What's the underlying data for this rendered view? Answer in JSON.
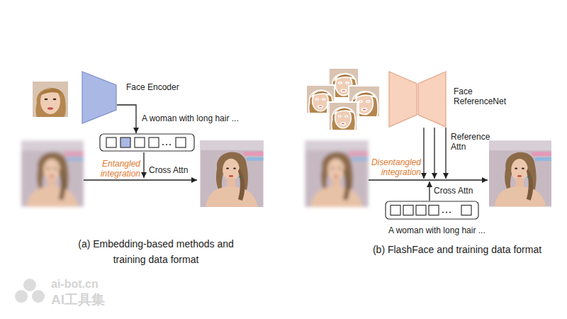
{
  "diagram": {
    "nodes": [
      {
        "text": [
          "Face Encoder"
        ]
      },
      {
        "text": [
          "A woman with long hair ..."
        ]
      },
      {
        "text": [
          "Face ReferenceNet"
        ]
      },
      {
        "text": [
          "A woman with long hair ..."
        ]
      }
    ],
    "edges": [
      {
        "from": 0,
        "to": 1,
        "arrow": "to"
      }
    ],
    "labels": [
      "Entangled integration",
      "Cross Attn",
      "(a) Embedding-based methods and training data format",
      "Reference Attn",
      "Disentangled integration",
      "Cross Attn",
      "(b) FlashFace and training data format",
      "ai-bot.cn",
      "AI工具集"
    ]
  }
}
